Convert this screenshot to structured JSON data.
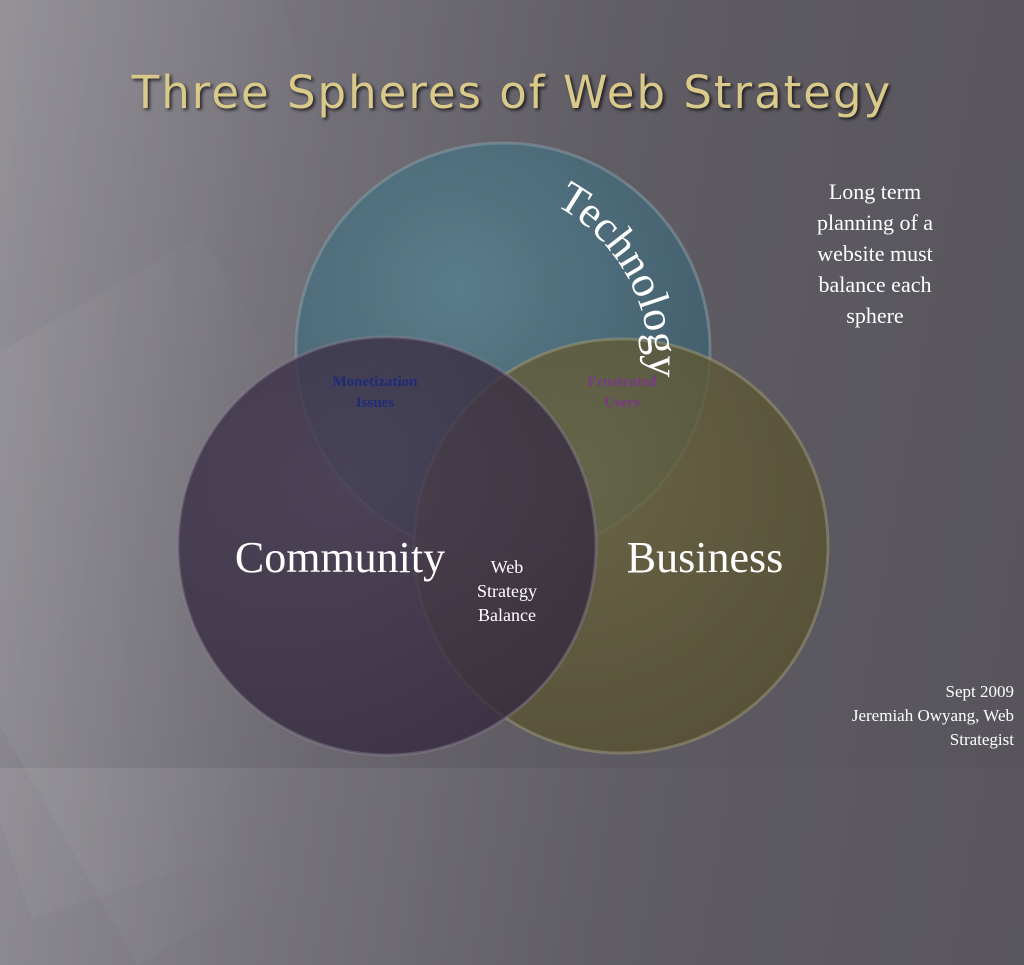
{
  "slide": {
    "title": "Three Spheres of Web Strategy",
    "spheres": {
      "technology": "Technology",
      "community": "Community",
      "business": "Business"
    },
    "overlaps": {
      "monetization_line1": "Monetization",
      "monetization_line2": "Issues",
      "frustrated_line1": "Frustrated",
      "frustrated_line2": "Users",
      "center_line1": "Web",
      "center_line2": "Strategy",
      "center_line3": "Balance"
    },
    "note": {
      "line1": "Long term",
      "line2": "planning of a",
      "line3": "website must",
      "line4": "balance each",
      "line5": "sphere"
    },
    "credit": {
      "line1": "Sept 2009",
      "line2": "Jeremiah Owyang, Web",
      "line3": "Strategist"
    }
  },
  "colors": {
    "title": "#d9c98a",
    "technology_fill": "#4a6d7e",
    "community_fill": "#3b3147",
    "business_fill": "#605a37",
    "monetization_text": "#1e2b78",
    "frustrated_text": "#7a3a86"
  }
}
